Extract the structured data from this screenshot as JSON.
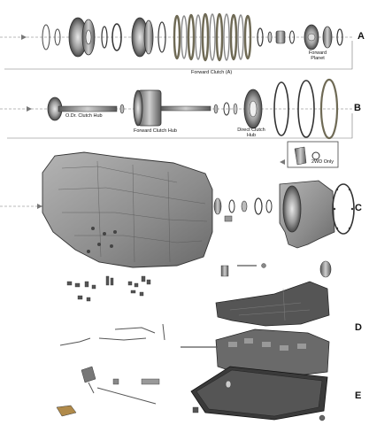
{
  "diagram": {
    "rows": [
      {
        "letter": "A"
      },
      {
        "letter": "B"
      },
      {
        "letter": "C"
      },
      {
        "letter": "D"
      },
      {
        "letter": "E"
      }
    ],
    "labels": {
      "forward_clutch": "Forward Clutch (A)",
      "forward_planet_line1": "Forward",
      "forward_planet_line2": "Planet",
      "odr_clutch_hub": "O.Dr. Clutch Hub",
      "forward_clutch_hub": "Forward Clutch Hub",
      "direct_clutch_hub_line1": "Direct Clutch",
      "direct_clutch_hub_line2": "Hub",
      "two_wd_only": "2WD Only"
    },
    "colors": {
      "metal_dark": "#444444",
      "metal_mid": "#8a8a8a",
      "metal_light": "#c8c8c8",
      "friction": "#6f6a55",
      "bronze": "#b08a4a",
      "case": "#9a9a9a",
      "line": "#555555"
    }
  }
}
